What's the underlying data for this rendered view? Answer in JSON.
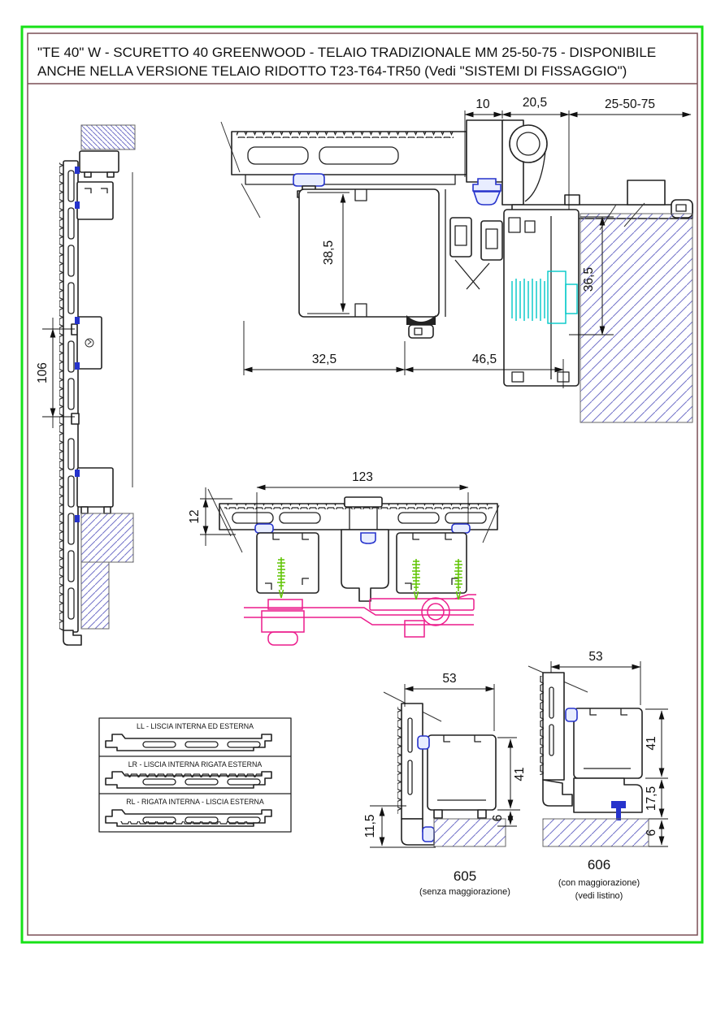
{
  "title": {
    "line1": "\"TE 40\" W - SCURETTO 40 GREENWOOD - TELAIO TRADIZIONALE MM 25-50-75 - DISPONIBILE",
    "line2": "ANCHE NELLA VERSIONE TELAIO RIDOTTO T23-T64-TR50 (Vedi \"SISTEMI DI FISSAGGIO\")"
  },
  "colors": {
    "frame_green": "#17e117",
    "border_maroon": "#7a4f55",
    "hatch": "#7272c8",
    "gasket_blue": "#2633cc",
    "screw_cyan": "#00c8c8",
    "screw_green": "#5fc400",
    "hardware_pink": "#ec1c8c"
  },
  "dims": {
    "main": {
      "d10": "10",
      "d205": "20,5",
      "d255075": "25-50-75",
      "d385": "38,5",
      "d365": "36,5",
      "d325": "32,5",
      "d465": "46,5"
    },
    "left": {
      "d106": "106"
    },
    "middle": {
      "d123": "123",
      "d12": "12"
    },
    "detail605": {
      "d53": "53",
      "d41": "41",
      "d6": "6",
      "d115": "11,5"
    },
    "detail606": {
      "d53": "53",
      "d41": "41",
      "d175": "17,5",
      "d6": "6"
    }
  },
  "variants_table": {
    "rows": [
      {
        "label": "LL - LISCIA INTERNA ED ESTERNA"
      },
      {
        "label": "LR - LISCIA INTERNA RIGATA ESTERNA"
      },
      {
        "label": "RL - RIGATA INTERNA - LISCIA ESTERNA"
      }
    ]
  },
  "details": {
    "d605": {
      "code": "605",
      "caption": "(senza maggiorazione)"
    },
    "d606": {
      "code": "606",
      "caption1": "(con maggiorazione)",
      "caption2": "(vedi listino)"
    }
  }
}
